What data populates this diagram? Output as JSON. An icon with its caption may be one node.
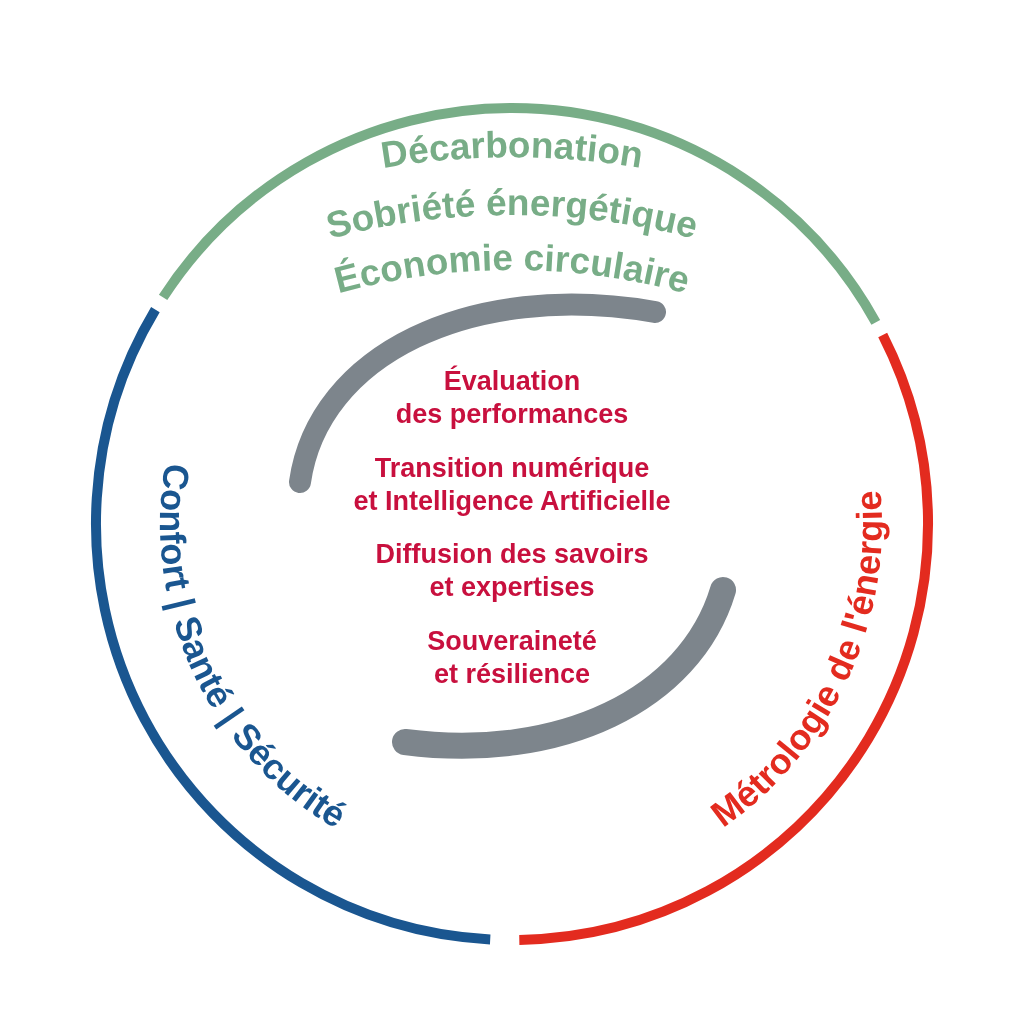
{
  "diagram": {
    "labels": [
      "Décarbonation",
      "Sobriété énergétique",
      "Économie circulaire",
      "Confort | Santé | Sécurité",
      "Métrologie de l'énergie",
      "Évaluation des performances",
      "Transition numérique et Intelligence Artificielle",
      "Diffusion des savoirs et expertises",
      "Souveraineté et résilience"
    ]
  }
}
